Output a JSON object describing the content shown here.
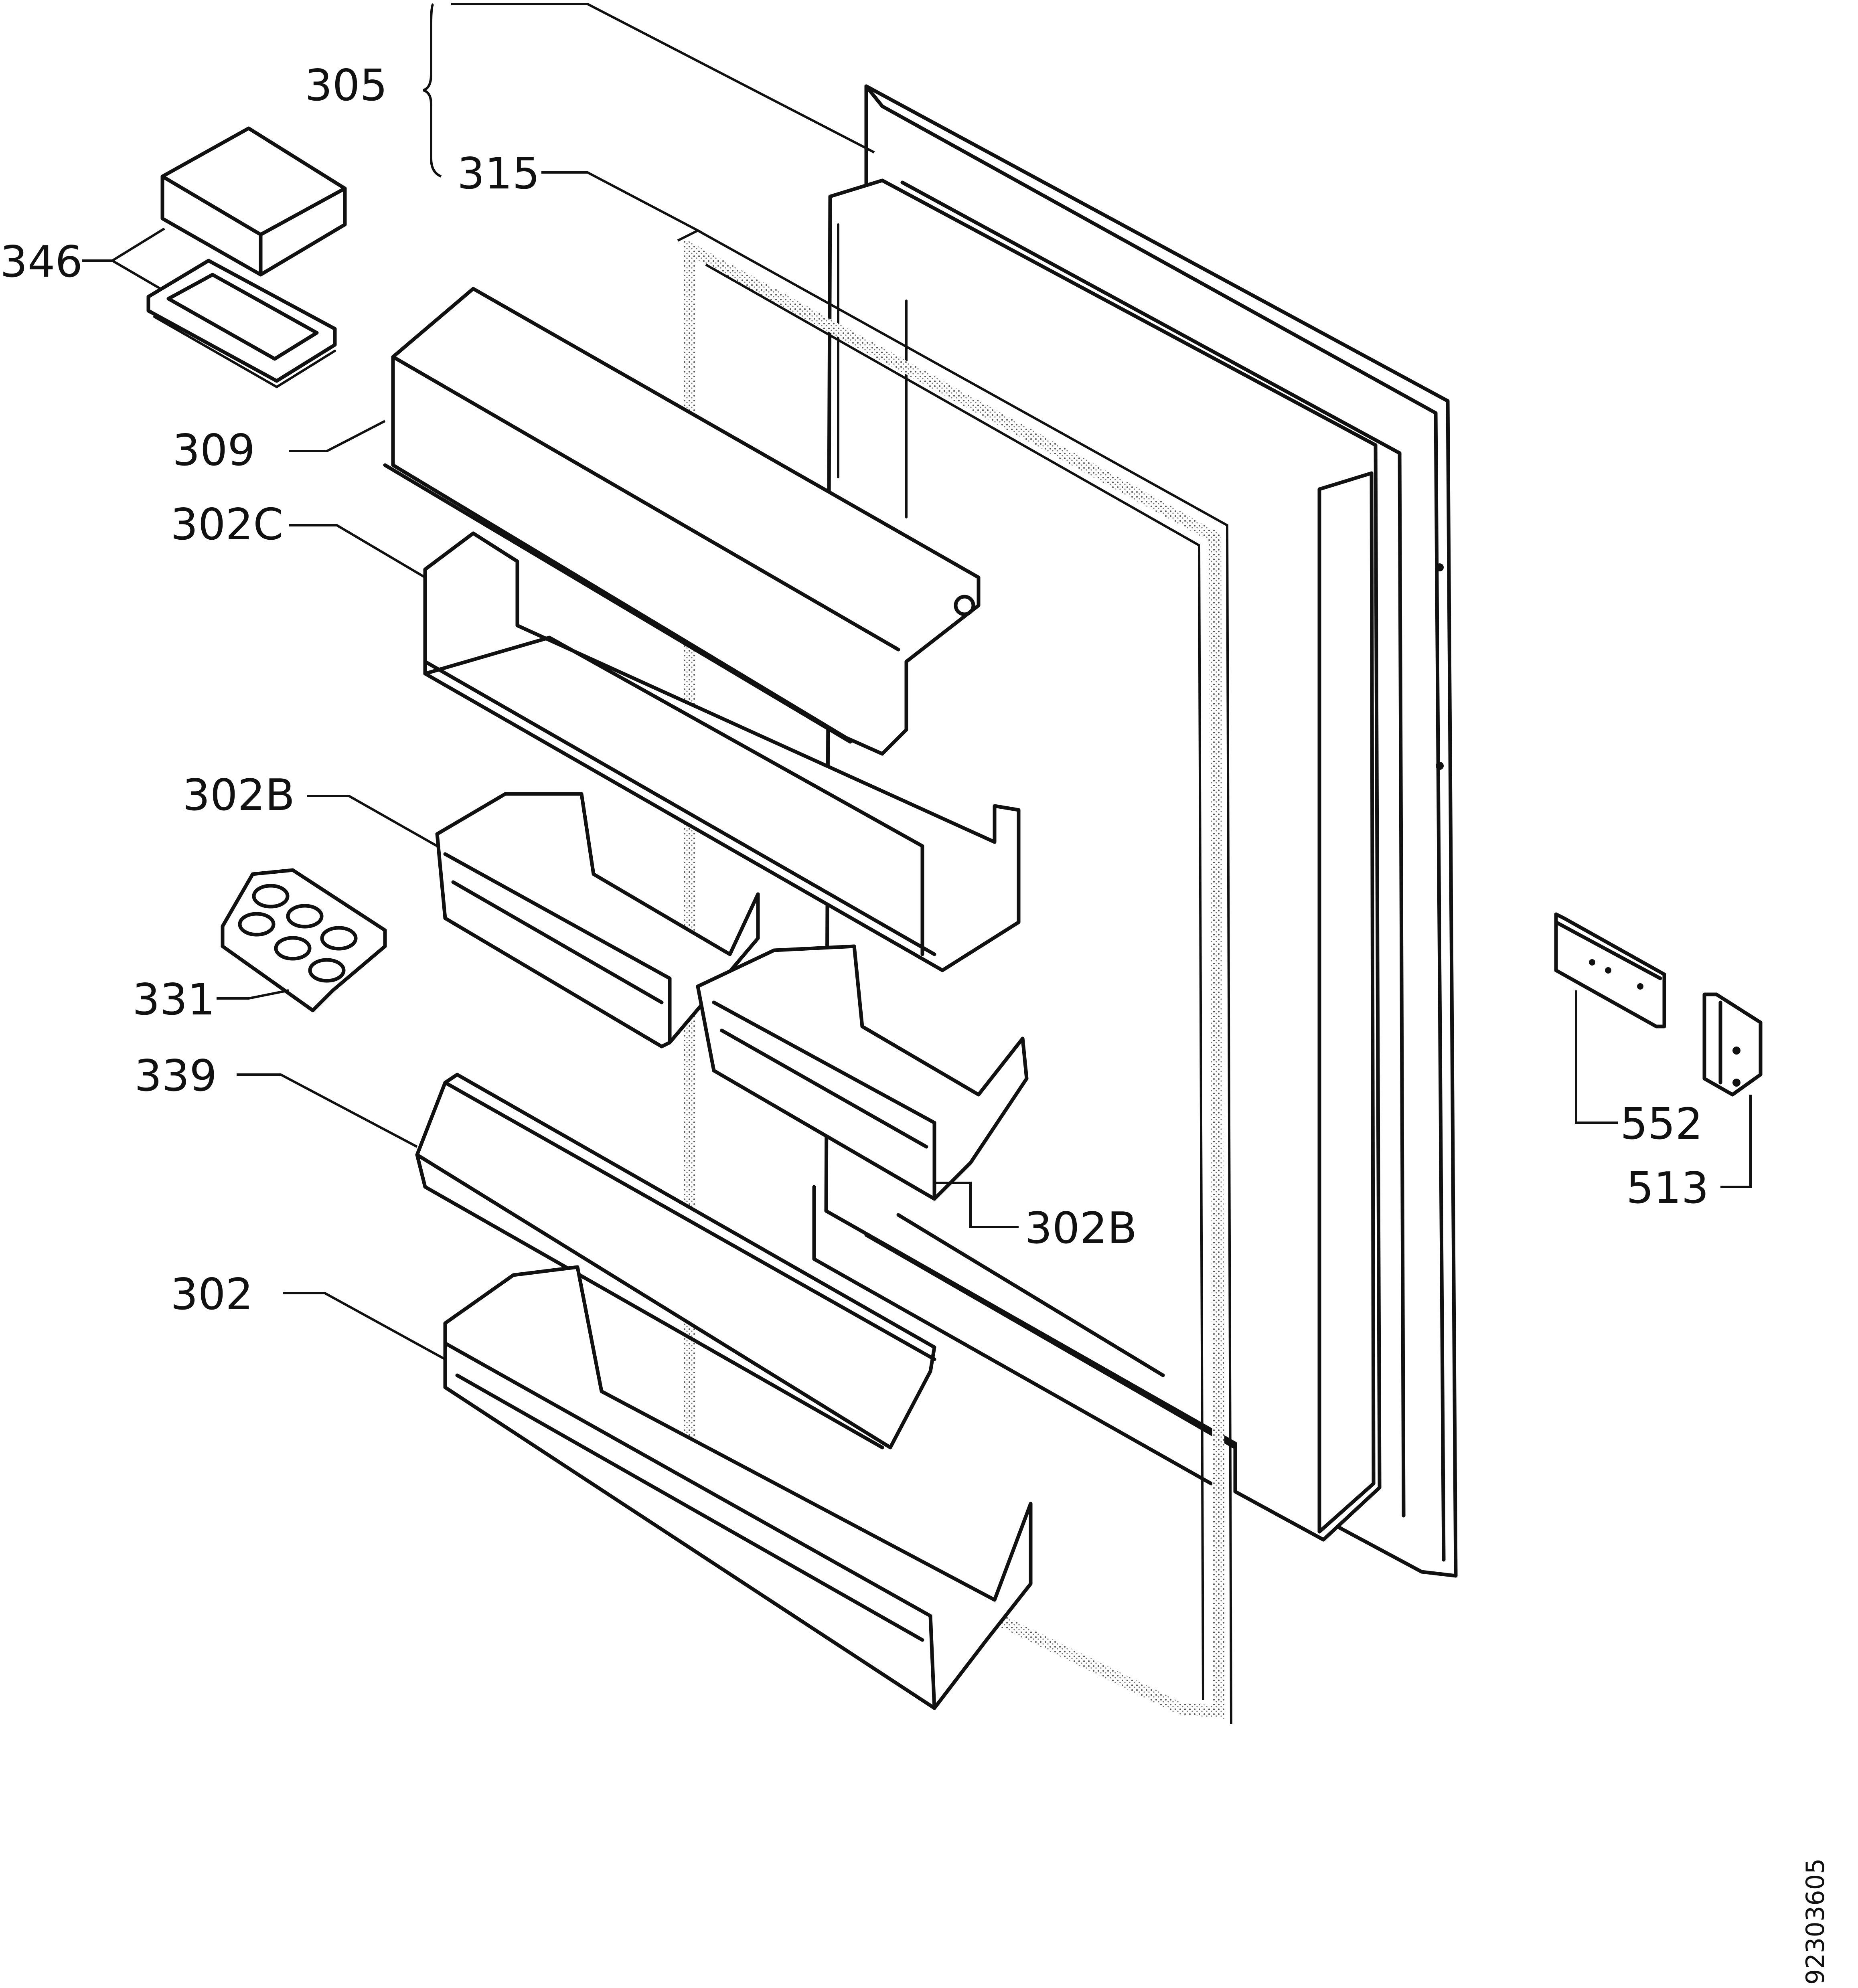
{
  "callouts": [
    {
      "id": "c305",
      "label": "305"
    },
    {
      "id": "c315",
      "label": "315"
    },
    {
      "id": "c346",
      "label": "346"
    },
    {
      "id": "c309",
      "label": "309"
    },
    {
      "id": "c302c",
      "label": "302C"
    },
    {
      "id": "c302b1",
      "label": "302B"
    },
    {
      "id": "c331",
      "label": "331"
    },
    {
      "id": "c339",
      "label": "339"
    },
    {
      "id": "c302",
      "label": "302"
    },
    {
      "id": "c302b2",
      "label": "302B"
    },
    {
      "id": "c552",
      "label": "552"
    },
    {
      "id": "c513",
      "label": "513"
    }
  ],
  "document_id": "92303605",
  "colors": {
    "ink": "#111111",
    "paper": "#ffffff"
  }
}
